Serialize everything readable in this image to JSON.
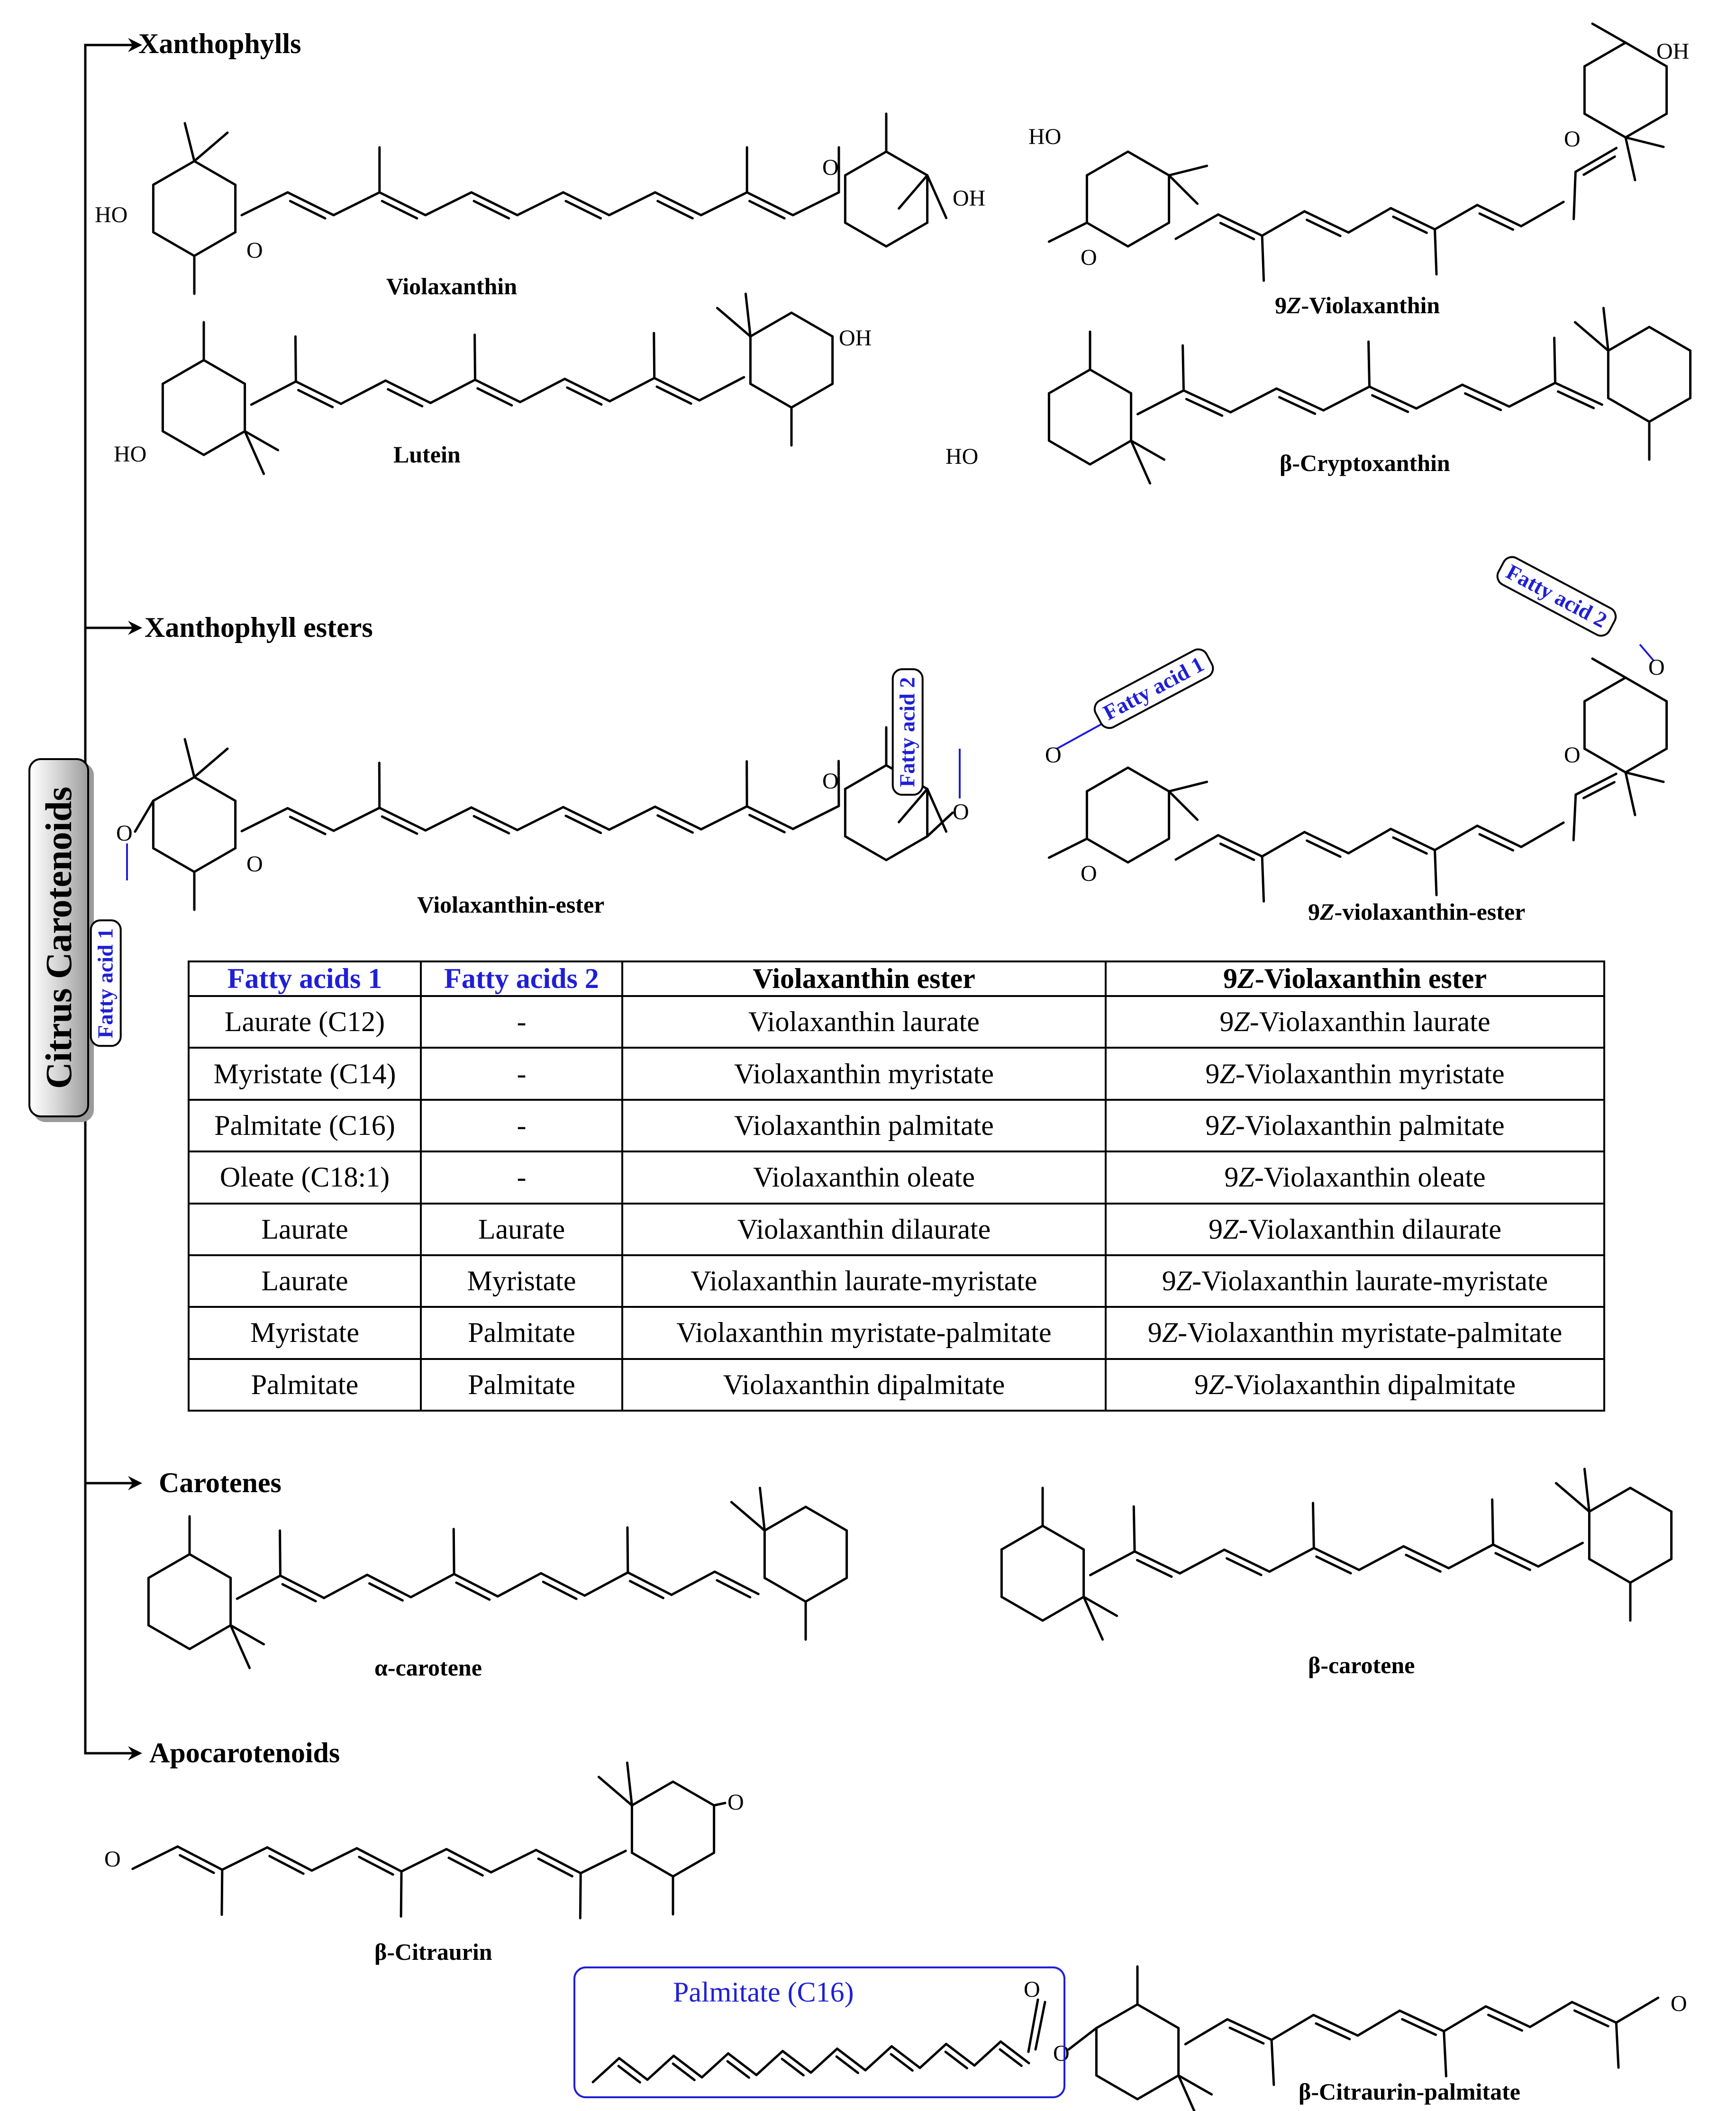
{
  "title": "Citrus Carotenoids",
  "categories": {
    "xanthophylls": "Xanthophylls",
    "esters": "Xanthophyll esters",
    "carotenes": "Carotenes",
    "apocarotenoids": "Apocarotenoids"
  },
  "compounds": {
    "violaxanthin": "Violaxanthin",
    "z9_violaxanthin_pre": "9",
    "z9_violaxanthin_z": "Z",
    "z9_violaxanthin_post": "-Violaxanthin",
    "lutein": "Lutein",
    "b_cryptoxanthin": "β-Cryptoxanthin",
    "violaxanthin_ester": "Violaxanthin-ester",
    "z9_ester_pre": "9",
    "z9_ester_z": "Z",
    "z9_ester_post": "-violaxanthin-ester",
    "a_carotene": "α-carotene",
    "b_carotene": "β-carotene",
    "b_citraurin": "β-Citraurin",
    "b_citraurin_palmitate": "β-Citraurin-palmitate"
  },
  "atoms": {
    "HO": "HO",
    "OH": "OH",
    "O": "O"
  },
  "fatty_acid_tags": {
    "fa1": "Fatty acid 1",
    "fa2": "Fatty acid 2"
  },
  "palmitate_label": "Palmitate (C16)",
  "table": {
    "headers": [
      "Fatty acids 1",
      "Fatty acids 2",
      "Violaxanthin ester",
      "9Z-Violaxanthin ester"
    ],
    "rows": [
      [
        "Laurate (C12)",
        "-",
        "Violaxanthin laurate",
        "9Z-Violaxanthin laurate"
      ],
      [
        "Myristate (C14)",
        "-",
        "Violaxanthin myristate",
        "9Z-Violaxanthin myristate"
      ],
      [
        "Palmitate (C16)",
        "-",
        "Violaxanthin palmitate",
        "9Z-Violaxanthin palmitate"
      ],
      [
        "Oleate (C18:1)",
        "-",
        "Violaxanthin oleate",
        "9Z-Violaxanthin oleate"
      ],
      [
        "Laurate",
        "Laurate",
        "Violaxanthin dilaurate",
        "9Z-Violaxanthin dilaurate"
      ],
      [
        "Laurate",
        "Myristate",
        "Violaxanthin laurate-myristate",
        "9Z-Violaxanthin laurate-myristate"
      ],
      [
        "Myristate",
        "Palmitate",
        "Violaxanthin myristate-palmitate",
        "9Z-Violaxanthin myristate-palmitate"
      ],
      [
        "Palmitate",
        "Palmitate",
        "Violaxanthin dipalmitate",
        "9Z-Violaxanthin dipalmitate"
      ]
    ]
  }
}
